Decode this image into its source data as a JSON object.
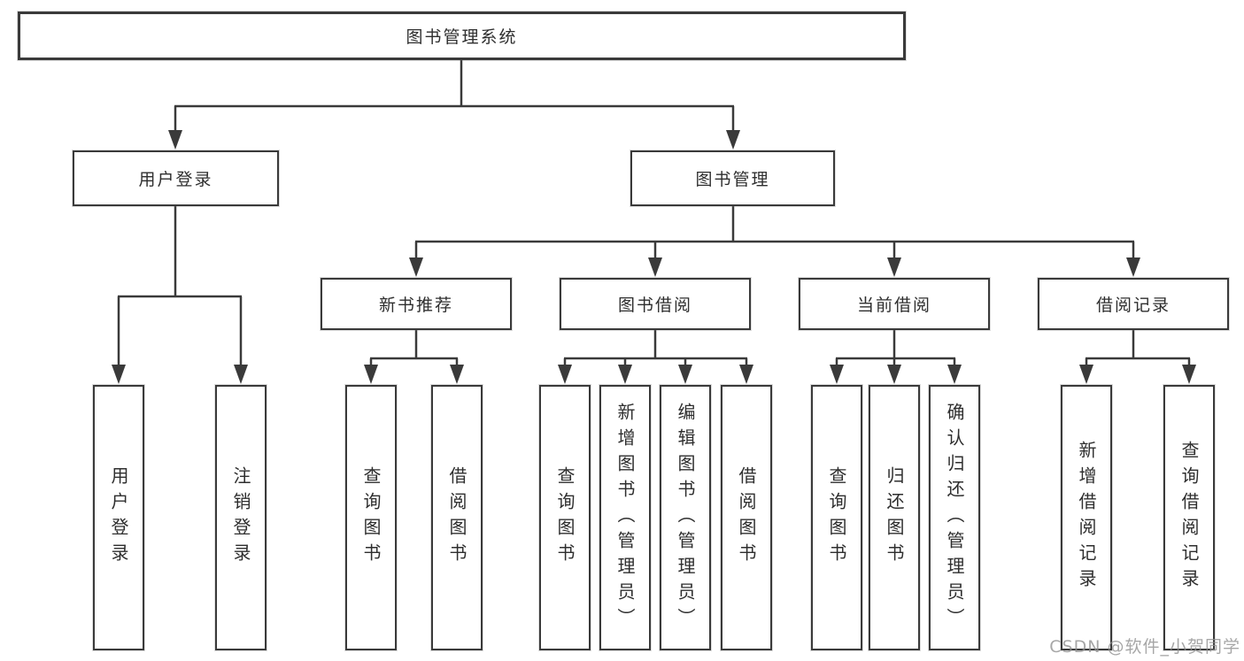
{
  "page": {
    "background": "#ffffff"
  },
  "colors": {
    "line": "#3a3a3a",
    "box_border": "#3a3a3a",
    "box_background": "#ffffff",
    "text": "#2e2e2e",
    "watermark": "#919191"
  },
  "watermark": {
    "text": "CSDN @软件_小贺同学"
  },
  "diagram": {
    "title": "图书管理系统",
    "branches": [
      {
        "label": "用户登录",
        "children": [
          {
            "label": "用户登录"
          },
          {
            "label": "注销登录"
          }
        ]
      },
      {
        "label": "图书管理",
        "children": [
          {
            "label": "新书推荐",
            "children": [
              {
                "label": "查询图书"
              },
              {
                "label": "借阅图书"
              }
            ]
          },
          {
            "label": "图书借阅",
            "children": [
              {
                "label": "查询图书"
              },
              {
                "label": "新增图书（管理员）"
              },
              {
                "label": "编辑图书（管理员）"
              },
              {
                "label": "借阅图书"
              }
            ]
          },
          {
            "label": "当前借阅",
            "children": [
              {
                "label": "查询图书"
              },
              {
                "label": "归还图书"
              },
              {
                "label": "确认归还（管理员）"
              }
            ]
          },
          {
            "label": "借阅记录",
            "children": [
              {
                "label": "新增借阅记录"
              },
              {
                "label": "查询借阅记录"
              }
            ]
          }
        ]
      }
    ]
  }
}
